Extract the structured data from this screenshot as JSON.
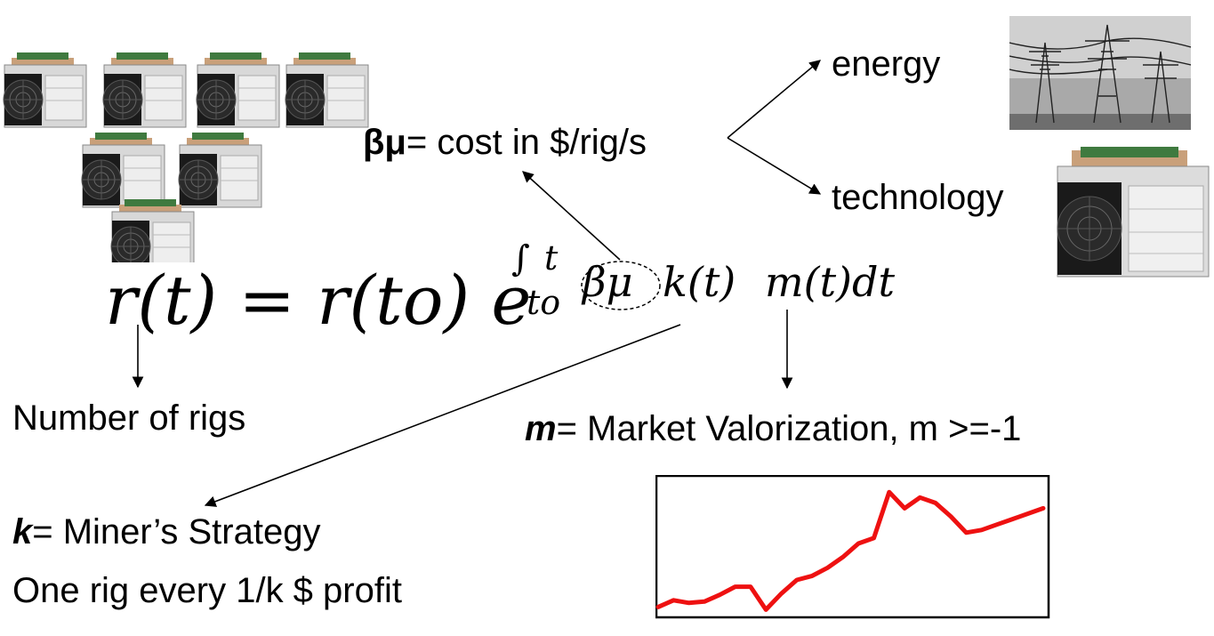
{
  "formula": {
    "lhs": "r(t)",
    "eq": "=",
    "r0": "r(to)",
    "e": "e",
    "int_upper": "t",
    "int_lower": "to",
    "beta_mu": "βμ",
    "k": "k(t)",
    "m": "m(t)dt"
  },
  "labels": {
    "beta_mu_sym": "βμ",
    "beta_mu_rest": "= cost in $/rig/s",
    "energy": "energy",
    "technology": "technology",
    "rigs": "Number of rigs",
    "m_sym": "m",
    "m_rest": "= Market Valorization, m >=-1",
    "k_sym": "k",
    "k_rest": "= Miner’s Strategy",
    "k_line2": "One rig every 1/k $ profit"
  },
  "icons": {
    "rig": "mining-rig-icon",
    "pylon": "power-pylon-photo"
  },
  "colors": {
    "line": "#ee1111",
    "text": "#000000"
  },
  "chart_data": {
    "type": "line",
    "title": "",
    "xlabel": "",
    "ylabel": "",
    "x": [
      0,
      1,
      2,
      3,
      4,
      5,
      6,
      7,
      8,
      9,
      10,
      11,
      12,
      13,
      14,
      15,
      16,
      17,
      18,
      19,
      20,
      21,
      22,
      23,
      24,
      25
    ],
    "series": [
      {
        "values": [
          0.05,
          0.1,
          0.08,
          0.09,
          0.14,
          0.2,
          0.2,
          0.03,
          0.15,
          0.25,
          0.28,
          0.34,
          0.42,
          0.52,
          0.56,
          0.9,
          0.78,
          0.86,
          0.82,
          0.72,
          0.6,
          0.62,
          0.66,
          0.7,
          0.74,
          0.78
        ]
      }
    ]
  }
}
